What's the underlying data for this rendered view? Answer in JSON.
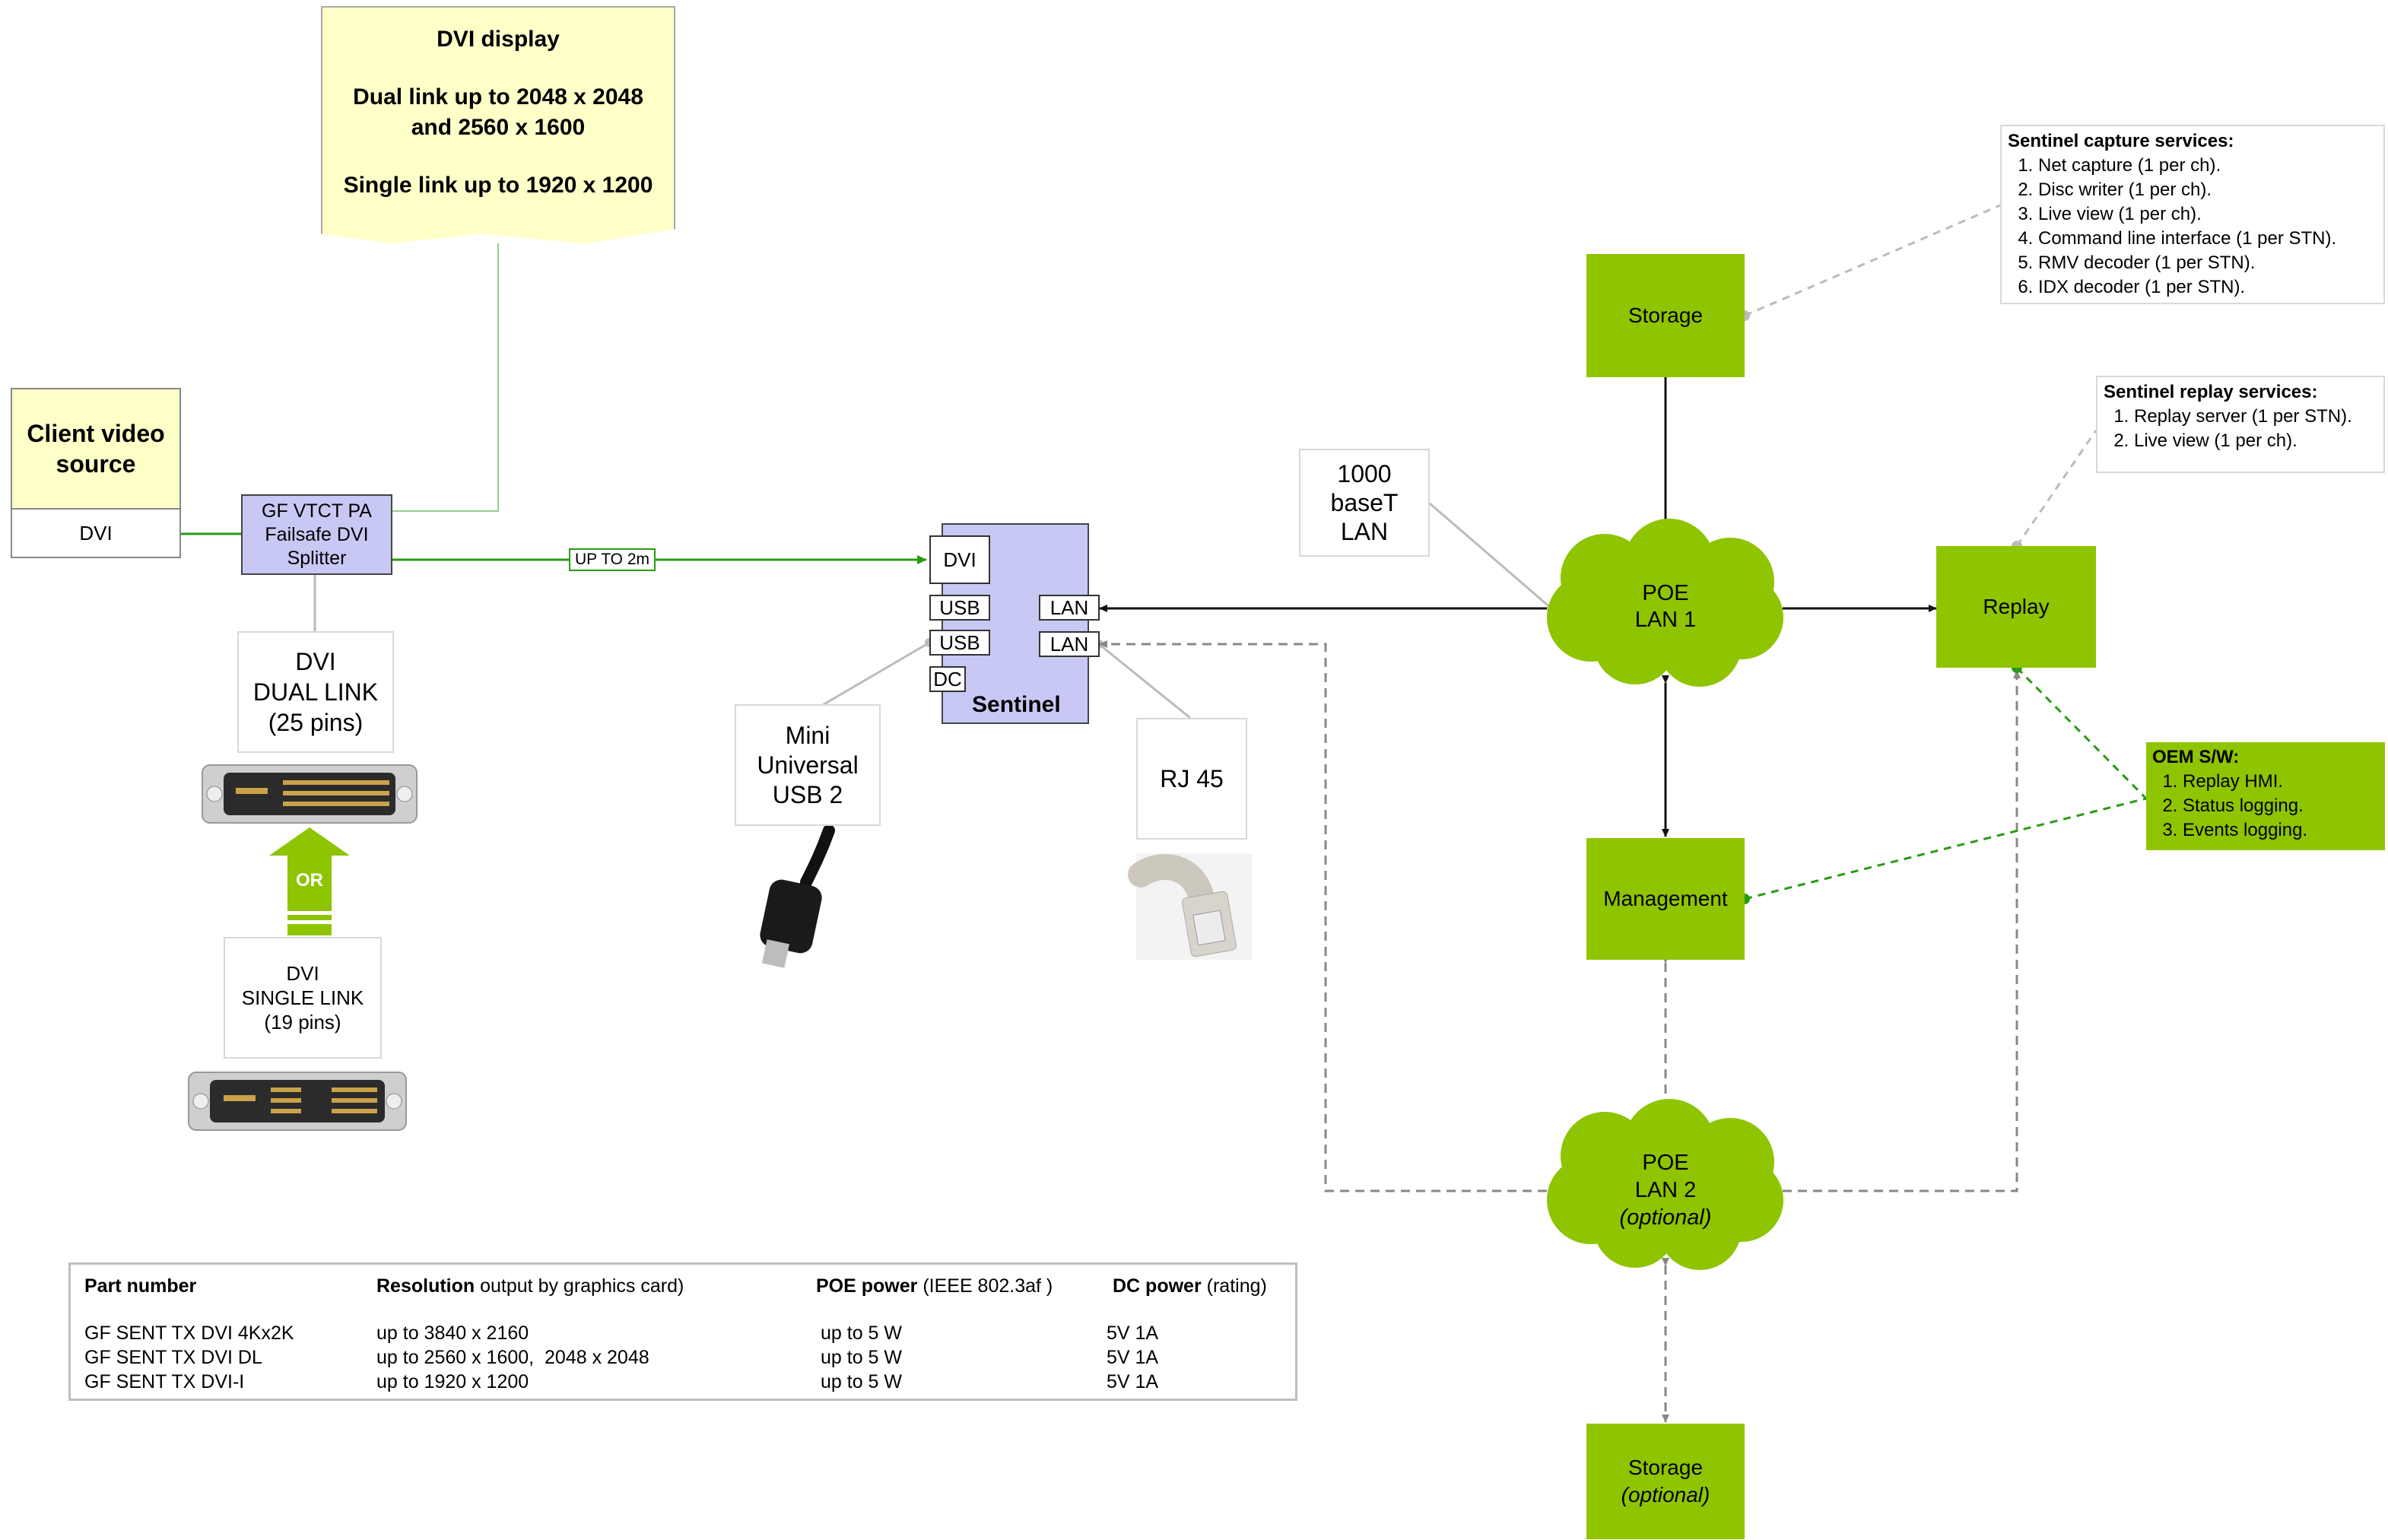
{
  "dvi_display": {
    "title": "DVI display",
    "line1": "Dual link up to 2048 x 2048",
    "line2": "and 2560 x 1600",
    "line3": "Single link up to 1920 x 1200"
  },
  "client_source": {
    "title_line1": "Client video",
    "title_line2": "source",
    "port": "DVI"
  },
  "splitter": {
    "line1": "GF VTCT PA",
    "line2": "Failsafe DVI",
    "line3": "Splitter"
  },
  "cable_label": "UP TO 2m",
  "dvi_dual": {
    "line1": "DVI",
    "line2": "DUAL LINK",
    "line3": "(25 pins)"
  },
  "or_label": "OR",
  "dvi_single": {
    "line1": "DVI",
    "line2": "SINGLE LINK",
    "line3": "(19 pins)"
  },
  "sentinel": {
    "name": "Sentinel",
    "port_dvi": "DVI",
    "port_usb1": "USB",
    "port_usb2": "USB",
    "port_dc": "DC",
    "port_lan1": "LAN",
    "port_lan2": "LAN"
  },
  "mini_usb": {
    "line1": "Mini",
    "line2": "Universal",
    "line3": "USB 2"
  },
  "rj45": "RJ 45",
  "lan_speed": {
    "line1": "1000",
    "line2": "baseT",
    "line3": "LAN"
  },
  "poe_lan1": {
    "line1": "POE",
    "line2": "LAN 1"
  },
  "poe_lan2": {
    "line1": "POE",
    "line2": "LAN 2",
    "line3": "(optional)"
  },
  "storage_top": "Storage",
  "replay": "Replay",
  "management": "Management",
  "storage_bottom": {
    "line1": "Storage",
    "line2": "(optional)"
  },
  "capture_services": {
    "title": "Sentinel capture services:",
    "items": [
      "Net capture (1 per ch).",
      "Disc writer (1 per ch).",
      "Live view (1 per ch).",
      "Command line interface (1 per STN).",
      "RMV decoder (1 per STN).",
      "IDX decoder (1 per STN)."
    ]
  },
  "replay_services": {
    "title": "Sentinel replay services:",
    "items": [
      "Replay server (1 per STN).",
      "Live view (1 per ch)."
    ]
  },
  "oem": {
    "title": "OEM S/W:",
    "items": [
      "Replay HMI.",
      "Status logging.",
      "Events logging."
    ]
  },
  "table": {
    "headers": [
      {
        "bold": "Part number",
        "rest": ""
      },
      {
        "bold": "Resolution",
        "rest": " output by graphics card)"
      },
      {
        "bold": "POE power",
        "rest": "  (IEEE 802.3af )"
      },
      {
        "bold": "DC power",
        "rest": " (rating)"
      }
    ],
    "rows": [
      [
        "GF SENT TX DVI 4Kx2K",
        "up to 3840 x 2160",
        "up to 5 W",
        "5V 1A"
      ],
      [
        "GF SENT TX DVI DL",
        "up to 2560 x 1600,  2048 x 2048",
        "up to 5 W",
        "5V 1A"
      ],
      [
        "GF SENT TX DVI-I",
        "up to 1920 x 1200",
        "up to 5 W",
        "5V 1A"
      ]
    ]
  },
  "colors": {
    "green": "#8fc400",
    "dark_green": "#2a9a14",
    "splitter_fill": "#c8c8f4",
    "sentinel_fill": "#c8c8f4",
    "note_yellow": "#ffffc8"
  },
  "icons": [
    "dvi-dual-link-connector-icon",
    "dvi-single-link-connector-icon",
    "up-arrow-icon",
    "mini-usb-plug-icon",
    "rj45-plug-icon"
  ]
}
